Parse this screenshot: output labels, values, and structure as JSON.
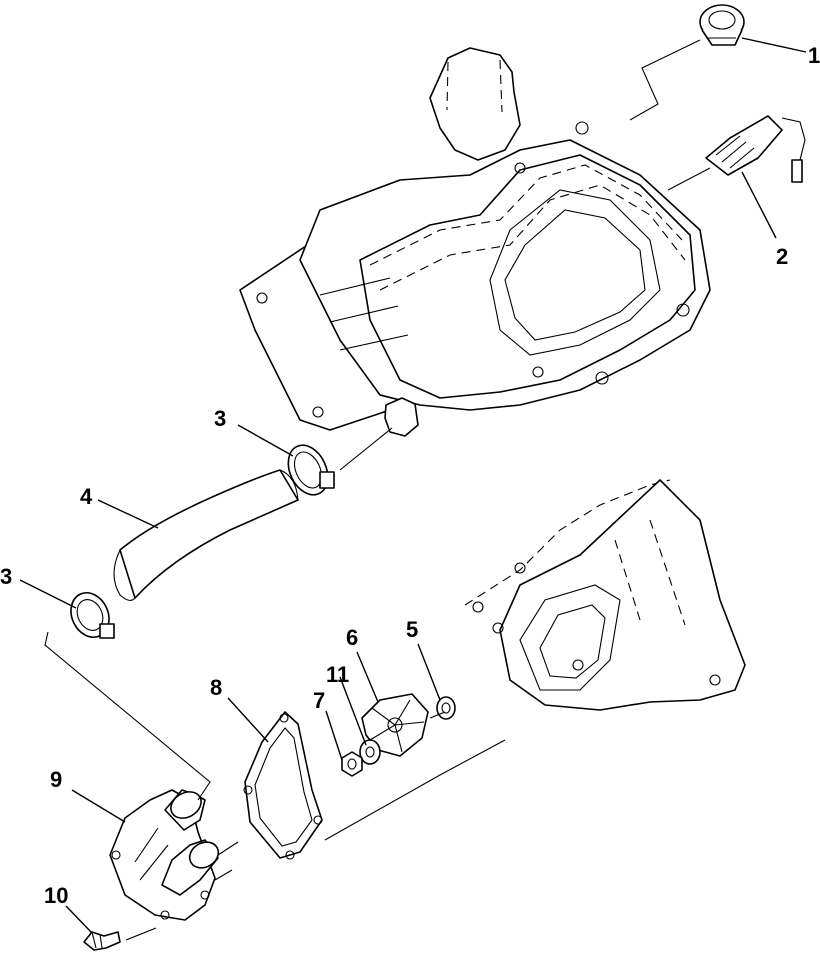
{
  "diagram": {
    "callouts": [
      {
        "id": "c1",
        "text": "1"
      },
      {
        "id": "c2",
        "text": "2"
      },
      {
        "id": "c3a",
        "text": "3"
      },
      {
        "id": "c3b",
        "text": "3"
      },
      {
        "id": "c4",
        "text": "4"
      },
      {
        "id": "c5",
        "text": "5"
      },
      {
        "id": "c6",
        "text": "6"
      },
      {
        "id": "c7",
        "text": "7"
      },
      {
        "id": "c8",
        "text": "8"
      },
      {
        "id": "c9",
        "text": "9"
      },
      {
        "id": "c10",
        "text": "10"
      },
      {
        "id": "c11",
        "text": "11"
      }
    ]
  }
}
